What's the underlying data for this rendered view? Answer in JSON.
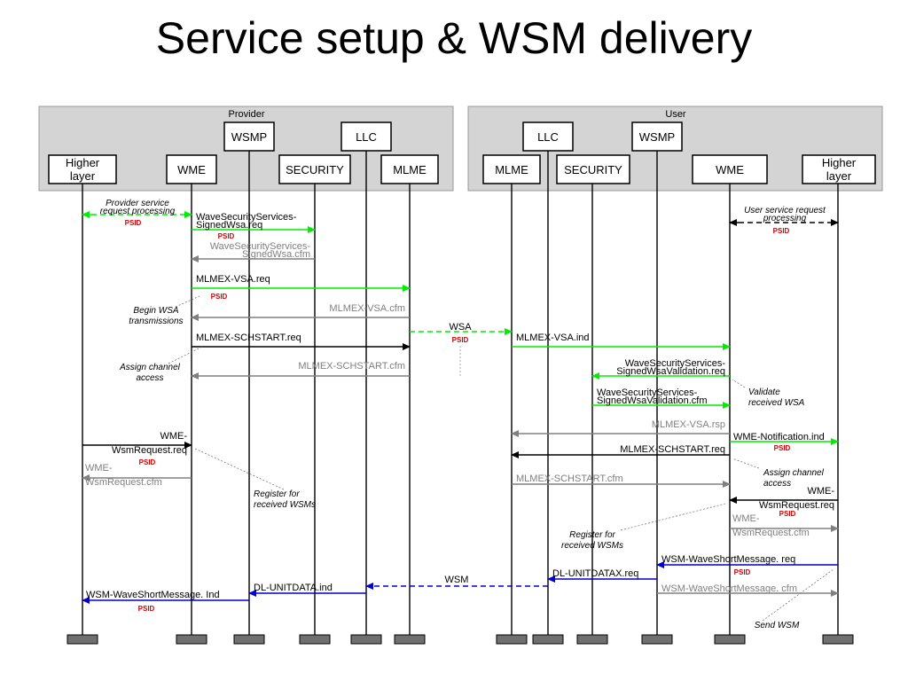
{
  "title": "Service setup & WSM delivery",
  "colors": {
    "green": "#00ee00",
    "blue": "#0000cc",
    "gray": "#808080",
    "black": "#000000",
    "psid_red": "#dd0000",
    "panel": "#d4d4d4"
  },
  "panels": {
    "provider": "Provider",
    "user": "User"
  },
  "entities": [
    {
      "id": "p-higher",
      "label": [
        "Higher",
        "layer"
      ]
    },
    {
      "id": "p-wme",
      "label": [
        "WME"
      ]
    },
    {
      "id": "p-wsmp",
      "label": [
        "WSMP"
      ]
    },
    {
      "id": "p-security",
      "label": [
        "SECURITY"
      ]
    },
    {
      "id": "p-llc",
      "label": [
        "LLC"
      ]
    },
    {
      "id": "p-mlme",
      "label": [
        "MLME"
      ]
    },
    {
      "id": "u-mlme",
      "label": [
        "MLME"
      ]
    },
    {
      "id": "u-llc",
      "label": [
        "LLC"
      ]
    },
    {
      "id": "u-security",
      "label": [
        "SECURITY"
      ]
    },
    {
      "id": "u-wsmp",
      "label": [
        "WSMP"
      ]
    },
    {
      "id": "u-wme",
      "label": [
        "WME"
      ]
    },
    {
      "id": "u-higher",
      "label": [
        "Higher",
        "layer"
      ]
    }
  ],
  "messages": [
    {
      "id": "prov-service-request",
      "text": [],
      "color": "green",
      "style": "dashed",
      "bidir": true
    },
    {
      "id": "p-signedwsa-req",
      "text": [
        "WaveSecurityServices-",
        "SignedWsa.req"
      ],
      "color": "green",
      "style": "solid"
    },
    {
      "id": "p-signedwsa-cfm",
      "text": [
        "WaveSecurityServices-",
        "SignedWsa.cfm"
      ],
      "color": "gray",
      "style": "solid"
    },
    {
      "id": "p-mlmex-vsa-req",
      "text": [
        "MLMEX-VSA.req"
      ],
      "color": "green",
      "style": "solid"
    },
    {
      "id": "p-mlmex-vsa-cfm",
      "text": [
        "MLMEX-VSA.cfm"
      ],
      "color": "gray",
      "style": "solid"
    },
    {
      "id": "p-schstart-req",
      "text": [
        "MLMEX-SCHSTART.req"
      ],
      "color": "black",
      "style": "solid"
    },
    {
      "id": "p-schstart-cfm",
      "text": [
        "MLMEX-SCHSTART.cfm"
      ],
      "color": "gray",
      "style": "solid"
    },
    {
      "id": "wsa-over-air",
      "text": [
        "WSA"
      ],
      "color": "green",
      "style": "dashed"
    },
    {
      "id": "u-mlmex-vsa-ind",
      "text": [
        "MLMEX-VSA.ind"
      ],
      "color": "green",
      "style": "solid"
    },
    {
      "id": "u-wsavalidation-req",
      "text": [
        "WaveSecurityServices-",
        "SignedWsaValidation.req"
      ],
      "color": "green",
      "style": "solid"
    },
    {
      "id": "u-wsavalidation-cfm",
      "text": [
        "WaveSecurityServices-",
        "SignedWsaValidation.cfm"
      ],
      "color": "green",
      "style": "solid"
    },
    {
      "id": "u-mlmex-vsa-rsp",
      "text": [
        "MLMEX-VSA.rsp"
      ],
      "color": "gray",
      "style": "solid"
    },
    {
      "id": "u-notification-ind",
      "text": [
        "WME-Notification.ind"
      ],
      "color": "green",
      "style": "solid"
    },
    {
      "id": "u-schstart-req",
      "text": [
        "MLMEX-SCHSTART.req"
      ],
      "color": "black",
      "style": "solid"
    },
    {
      "id": "u-schstart-cfm",
      "text": [
        "MLMEX-SCHSTART.cfm"
      ],
      "color": "gray",
      "style": "solid"
    },
    {
      "id": "user-service-request",
      "text": [],
      "color": "black",
      "style": "dashed",
      "bidir": true
    },
    {
      "id": "p-wsmrequest-req",
      "text": [
        "WME-",
        "WsmRequest.req"
      ],
      "color": "black",
      "style": "solid"
    },
    {
      "id": "p-wsmrequest-cfm",
      "text": [
        "WME-",
        "WsmRequest.cfm"
      ],
      "color": "gray",
      "style": "solid"
    },
    {
      "id": "u-wsmrequest-req",
      "text": [
        "WME-",
        "WsmRequest.req"
      ],
      "color": "black",
      "style": "solid"
    },
    {
      "id": "u-wsmrequest-cfm",
      "text": [
        "WME-",
        "WsmRequest.cfm"
      ],
      "color": "gray",
      "style": "solid"
    },
    {
      "id": "u-wsm-req",
      "text": [
        "WSM-WaveShortMessage. req"
      ],
      "color": "blue",
      "style": "solid"
    },
    {
      "id": "u-unitdatax-req",
      "text": [
        "DL-UNITDATAX.req"
      ],
      "color": "blue",
      "style": "solid"
    },
    {
      "id": "wsm-over-air",
      "text": [
        "WSM"
      ],
      "color": "blue",
      "style": "dashed"
    },
    {
      "id": "p-unitdata-ind",
      "text": [
        "DL-UNITDATA.ind"
      ],
      "color": "blue",
      "style": "solid"
    },
    {
      "id": "p-wsm-ind",
      "text": [
        "WSM-WaveShortMessage. Ind"
      ],
      "color": "blue",
      "style": "solid"
    },
    {
      "id": "u-wsm-cfm",
      "text": [
        "WSM-WaveShortMessage. cfm"
      ],
      "color": "gray",
      "style": "solid"
    }
  ],
  "psid_label": "PSID",
  "annotations": [
    {
      "id": "provider-service-request",
      "text": [
        "Provider service",
        "request processing"
      ]
    },
    {
      "id": "begin-wsa",
      "text": [
        "Begin WSA",
        "transmissions"
      ]
    },
    {
      "id": "assign-channel-provider",
      "text": [
        "Assign channel",
        "access"
      ]
    },
    {
      "id": "register-provider",
      "text": [
        "Register for",
        "received WSMs"
      ]
    },
    {
      "id": "user-service-request",
      "text": [
        "User service request",
        "processing"
      ]
    },
    {
      "id": "validate-wsa",
      "text": [
        "Validate",
        "received WSA"
      ]
    },
    {
      "id": "assign-channel-user",
      "text": [
        "Assign channel",
        "access"
      ]
    },
    {
      "id": "register-user",
      "text": [
        "Register for",
        "received WSMs"
      ]
    },
    {
      "id": "send-wsm",
      "text": [
        "Send WSM"
      ]
    }
  ]
}
